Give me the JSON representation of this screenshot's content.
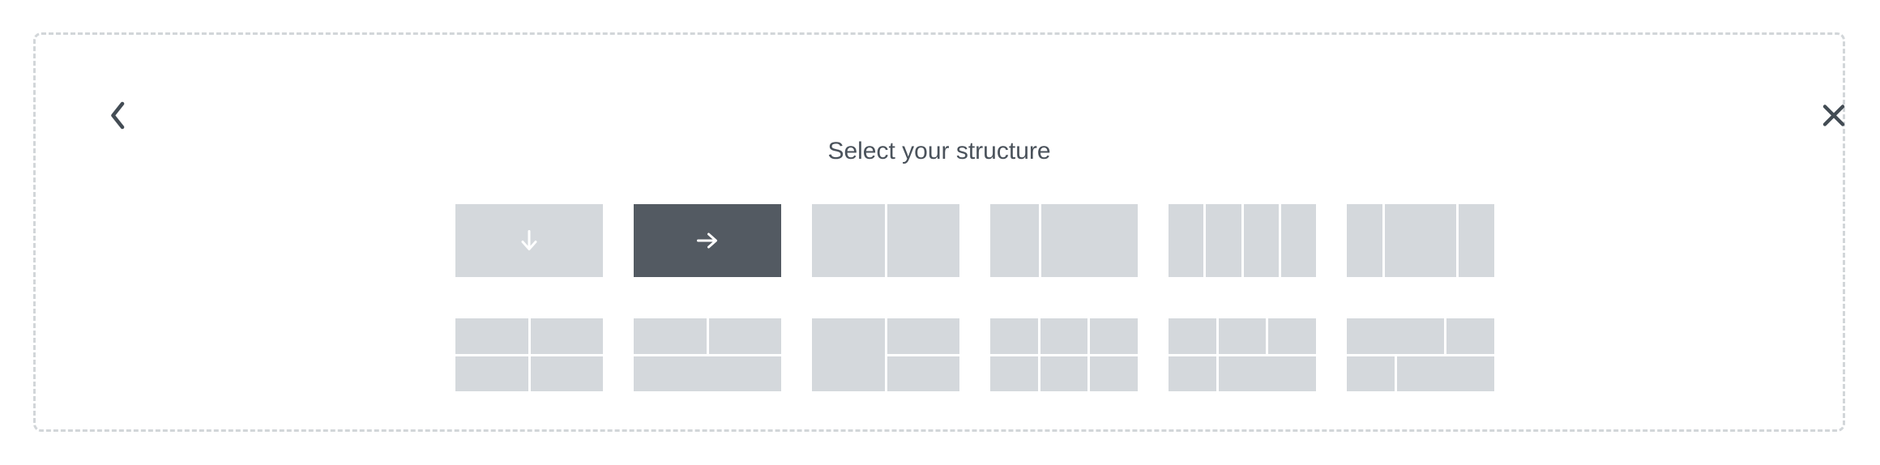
{
  "panel": {
    "title": "Select your structure",
    "back_icon": "chevron-left-icon",
    "close_icon": "close-icon"
  },
  "colors": {
    "background": "#ffffff",
    "panel_border": "#d2d6d9",
    "tile_cell": "#d4d8dc",
    "tile_selected": "#535a62",
    "icon": "#434c54",
    "title": "#4a525b",
    "arrow": "#ffffff"
  },
  "structures": {
    "rows": [
      [
        {
          "id": "structure-one-column-down",
          "icon": "arrow-down-icon",
          "selected": false,
          "cols": "1fr",
          "rows": "1fr",
          "cells": [
            {}
          ]
        },
        {
          "id": "structure-one-column-right",
          "icon": "arrow-right-icon",
          "selected": true,
          "cols": "1fr",
          "rows": "1fr",
          "cells": [
            {}
          ]
        },
        {
          "id": "structure-two-columns",
          "cols": "1fr 1fr",
          "rows": "1fr",
          "cells": [
            {},
            {}
          ]
        },
        {
          "id": "structure-two-columns-narrow-wide",
          "cols": "1fr 2fr",
          "rows": "1fr",
          "cells": [
            {},
            {}
          ]
        },
        {
          "id": "structure-four-columns",
          "cols": "1fr 1fr 1fr 1fr",
          "rows": "1fr",
          "cells": [
            {},
            {},
            {},
            {}
          ]
        },
        {
          "id": "structure-three-columns-narrow-wide-narrow",
          "cols": "1fr 2fr 1fr",
          "rows": "1fr",
          "cells": [
            {},
            {},
            {}
          ]
        }
      ],
      [
        {
          "id": "structure-grid-2x2",
          "cols": "1fr 1fr",
          "rows": "1fr 1fr",
          "cells": [
            {},
            {},
            {},
            {}
          ]
        },
        {
          "id": "structure-two-over-one",
          "cols": "1fr 1fr",
          "rows": "1fr 1fr",
          "cells": [
            {},
            {},
            {
              "col_span": 2
            }
          ]
        },
        {
          "id": "structure-one-beside-two",
          "cols": "1fr 1fr",
          "rows": "1fr 1fr",
          "cells": [
            {
              "row_span": 2
            },
            {},
            {}
          ]
        },
        {
          "id": "structure-grid-3x2",
          "cols": "1fr 1fr 1fr",
          "rows": "1fr 1fr",
          "cells": [
            {},
            {},
            {},
            {},
            {},
            {}
          ]
        },
        {
          "id": "structure-three-over-two",
          "cols": "1fr 1fr 1fr",
          "rows": "1fr 1fr",
          "cells": [
            {},
            {},
            {},
            {},
            {
              "col_span": 2
            }
          ]
        },
        {
          "id": "structure-staggered-mosaic",
          "cols": "1fr 1fr 1fr",
          "rows": "1fr 1fr",
          "cells": [
            {
              "col_span": 2
            },
            {},
            {},
            {
              "col_span": 2
            }
          ]
        }
      ]
    ]
  }
}
